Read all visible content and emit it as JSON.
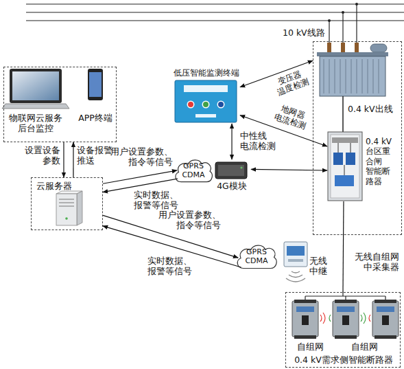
{
  "diagram": {
    "nodes": [
      {
        "text": [
          "物联网云服务 后台监控",
          "APP终端"
        ]
      },
      {
        "text": [
          "云服务器"
        ]
      },
      {
        "text": [
          "低压智能监测终端"
        ]
      },
      {
        "text": [
          "0.4 kV出线"
        ]
      },
      {
        "text": [
          "0.4 kV 台区重 合闸 智能断 路器"
        ],
        "in": 3
      },
      {
        "text": [
          "4G模块"
        ]
      },
      {
        "text": [
          "GPRS CDMA"
        ]
      },
      {
        "text": [
          "GPRS CDMA"
        ]
      },
      {
        "text": [
          "无线 中继"
        ]
      },
      {
        "text": [
          "0.4 kV需求侧智能断路器"
        ]
      }
    ],
    "edges": [
      {
        "from": 0,
        "to": 1,
        "arrow": "to",
        "label": "设置设备 参数"
      },
      {
        "from": 1,
        "to": 0,
        "arrow": "to",
        "label": "设备报警 推送"
      },
      {
        "from": 1,
        "to": 6,
        "arrow": "to",
        "label": "用户设置参数、 指令等信号"
      },
      {
        "from": 6,
        "to": 1,
        "arrow": "to",
        "label": "实时数据、 报警等信号"
      },
      {
        "from": 1,
        "to": 7,
        "arrow": "to",
        "label": "用户设置参数、 指令等信号"
      },
      {
        "from": 7,
        "to": 1,
        "arrow": "to",
        "label": "实时数据、 报警等信号"
      },
      {
        "from": 2,
        "to": 3,
        "arrow": "both",
        "label": "变压器 温度检测"
      },
      {
        "from": 2,
        "to": 4,
        "arrow": "both",
        "label": "地网器 电流检测"
      },
      {
        "from": 2,
        "to": 5,
        "arrow": "both",
        "label": "中性线 电流检测"
      },
      {
        "from": 5,
        "to": 4,
        "arrow": "both"
      },
      {
        "from": 4,
        "to": 9,
        "arrow": "none"
      }
    ],
    "labels": [
      "10 kV线路",
      "无线自组网 中采集器",
      "自组网",
      "自组网"
    ]
  }
}
